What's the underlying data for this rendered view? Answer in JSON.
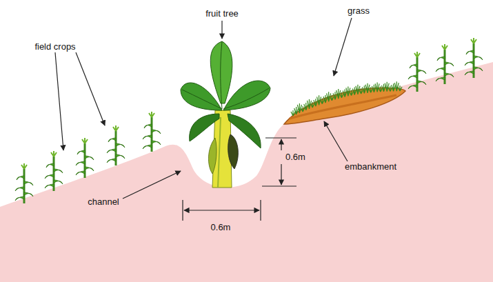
{
  "diagram": {
    "labels": [
      "fruit tree",
      "field crops",
      "grass",
      "0.6m",
      "embankment",
      "channel",
      "0.6m"
    ]
  }
}
